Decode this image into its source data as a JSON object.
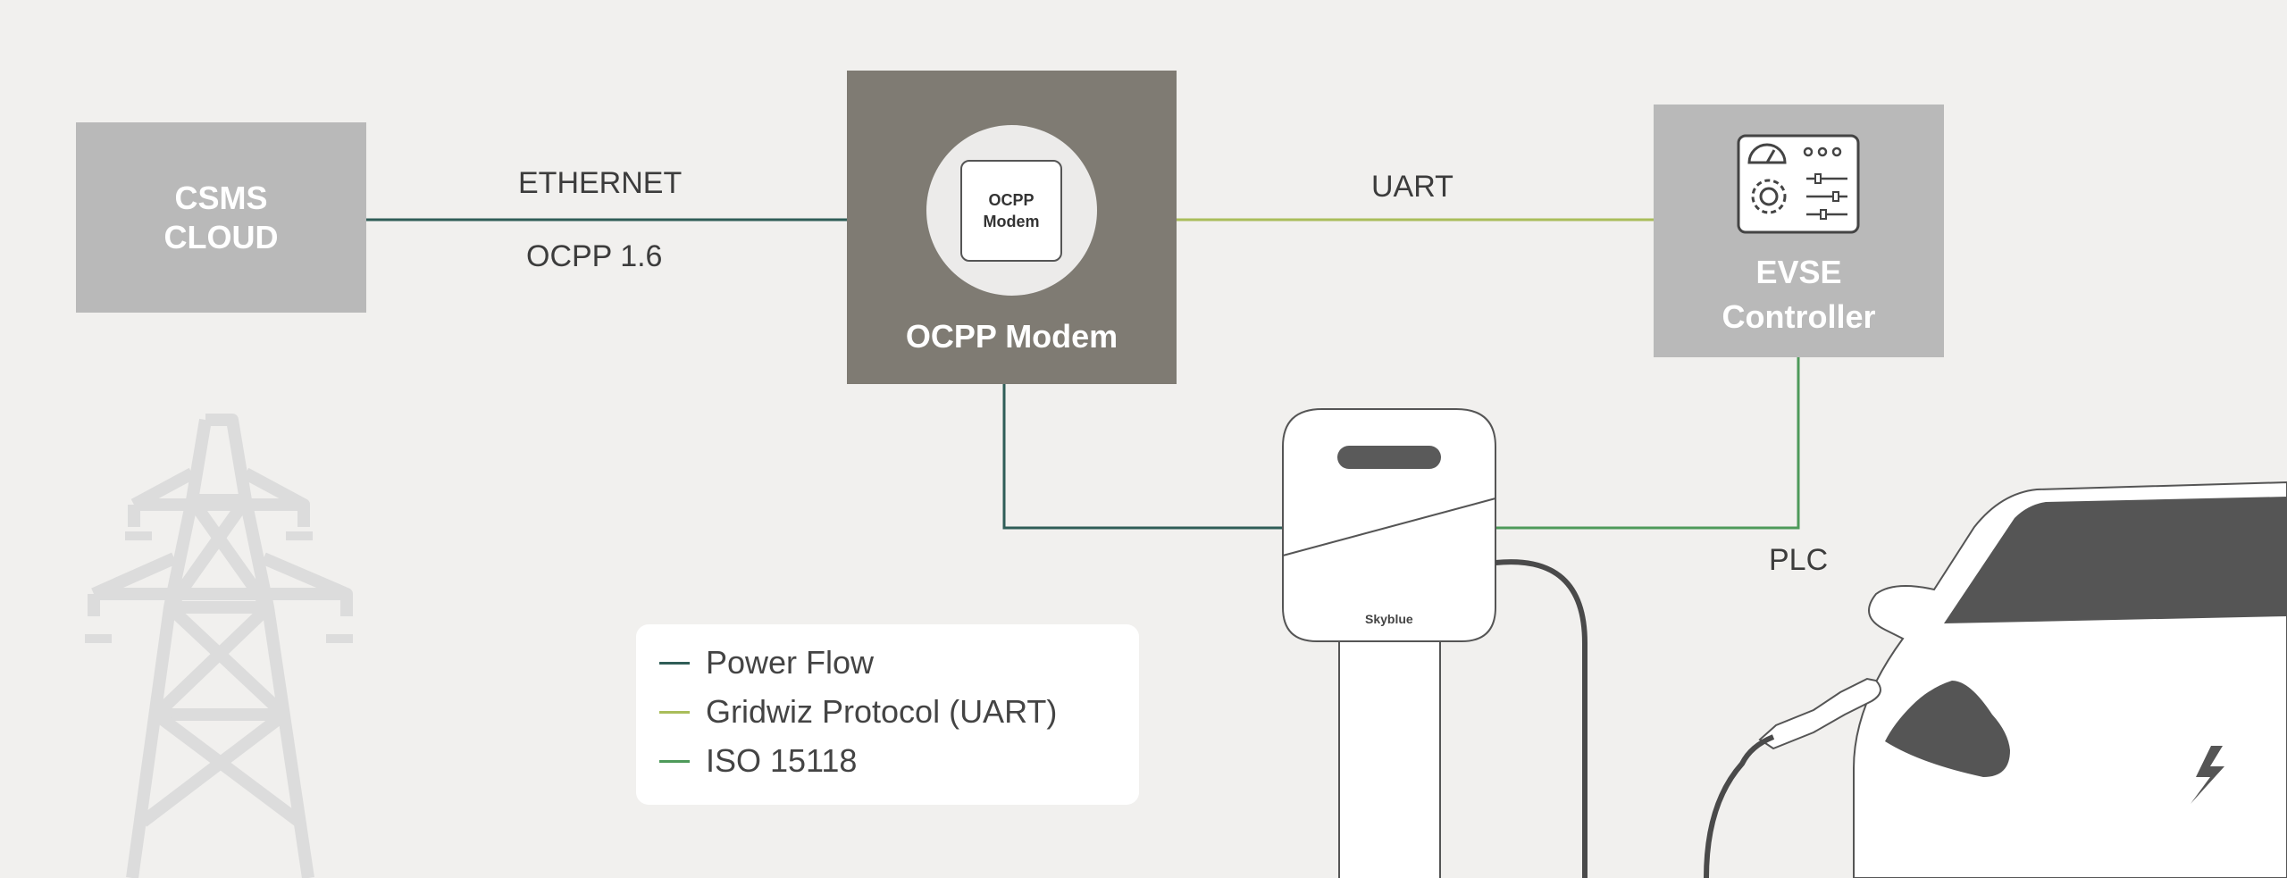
{
  "nodes": {
    "csms": {
      "line1": "CSMS",
      "line2": "CLOUD"
    },
    "modem": {
      "chip_line1": "OCPP",
      "chip_line2": "Modem",
      "title": "OCPP Modem"
    },
    "evse": {
      "line1": "EVSE",
      "line2": "Controller"
    }
  },
  "connections": {
    "ethernet": "ETHERNET",
    "ocpp": "OCPP 1.6",
    "uart": "UART",
    "plc": "PLC"
  },
  "legend": [
    {
      "label": "Power Flow",
      "color": "#2f5d57"
    },
    {
      "label": "Gridwiz Protocol (UART)",
      "color": "#a9bd5a"
    },
    {
      "label": "ISO 15118",
      "color": "#4e9a5a"
    }
  ],
  "charger": {
    "brand": "Skyblue"
  },
  "colors": {
    "power_flow": "#2f5d57",
    "uart": "#a9bd5a",
    "iso15118": "#4e9a5a",
    "box_gray": "#b9b9b9",
    "modem_gray": "#7f7b73",
    "background": "#f1f0ee"
  },
  "icons": [
    "transmission-tower-icon",
    "controller-panel-icon",
    "lightning-bolt-icon"
  ]
}
